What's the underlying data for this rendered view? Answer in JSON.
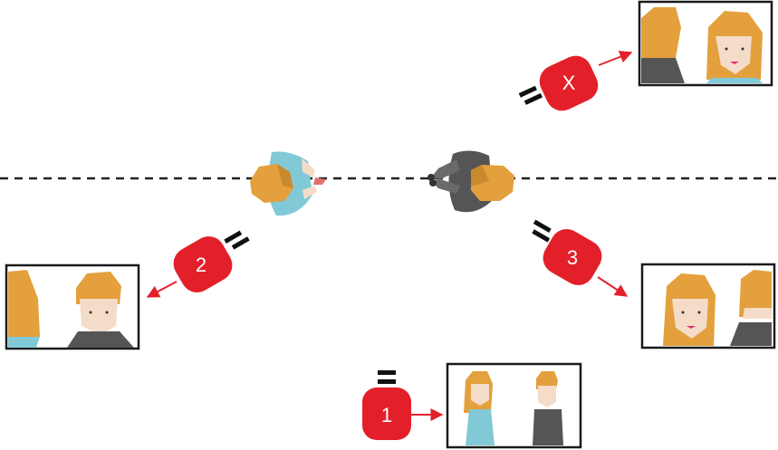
{
  "diagram": {
    "axis_line": {
      "style": "dashed",
      "color": "#222222"
    },
    "colors": {
      "camera_red": "#e3202a",
      "arrow_red": "#e3202a",
      "hair": "#e3a03c",
      "hair_shadow": "#c98a2e",
      "skin": "#f5dcc8",
      "woman_top": "#82c9d8",
      "man_shirt": "#555555",
      "frame": "#1a1a1a",
      "camera_mount": "#111111"
    },
    "cameras": [
      {
        "id": "cam-x",
        "label": "X",
        "icon": "video-camera-icon"
      },
      {
        "id": "cam-2",
        "label": "2",
        "icon": "video-camera-icon"
      },
      {
        "id": "cam-3",
        "label": "3",
        "icon": "video-camera-icon"
      },
      {
        "id": "cam-1",
        "label": "1",
        "icon": "video-camera-icon"
      }
    ],
    "characters": [
      {
        "id": "woman",
        "icon": "woman-topdown-icon"
      },
      {
        "id": "man",
        "icon": "man-topdown-icon"
      }
    ],
    "shots": [
      {
        "id": "shot-x",
        "icon": "shot-frame-icon"
      },
      {
        "id": "shot-2",
        "icon": "shot-frame-icon"
      },
      {
        "id": "shot-3",
        "icon": "shot-frame-icon"
      },
      {
        "id": "shot-1",
        "icon": "shot-frame-icon"
      }
    ]
  }
}
